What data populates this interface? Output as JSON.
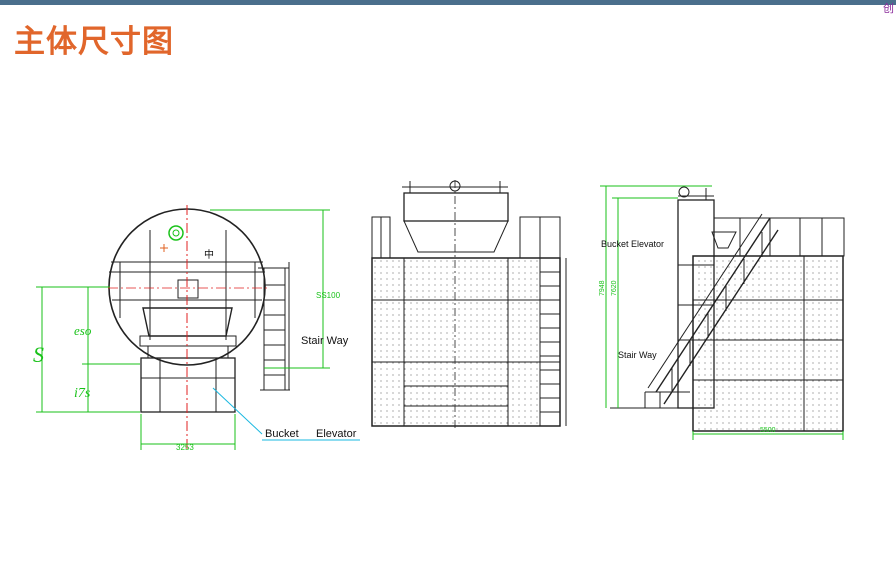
{
  "header": {
    "title": "主体尺寸图",
    "corner_mark": "创"
  },
  "colors": {
    "accent_bar": "#4a6f8c",
    "title": "#e1662b",
    "dimension": "#19c219",
    "center_line": "#e02020",
    "leader": "#1ab8e0",
    "drawing": "#222222"
  },
  "front_view": {
    "dim_total": "S",
    "dim_upper": "eso",
    "dim_lower": "i7s",
    "dim_height": "SS100",
    "dim_width": "3253",
    "mark_center": "中",
    "label_stair": "Stair Way",
    "label_bucket": "Bucket",
    "label_elevator": "Elevator"
  },
  "side_view": {
    "label_bucket": "Bucket Elevator",
    "label_stair": "Stair Way",
    "dim_h1": "7948",
    "dim_h2": "7620",
    "dim_width": "5500"
  }
}
